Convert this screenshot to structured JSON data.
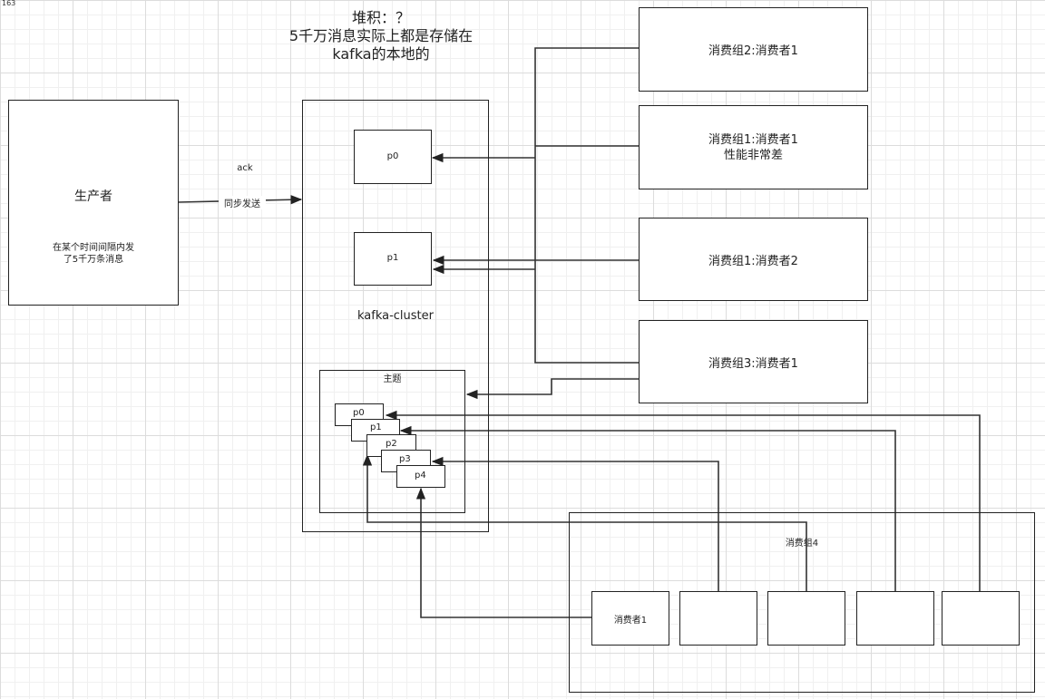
{
  "corner_label": "163",
  "note": {
    "line1": "堆积：？",
    "line2": "5千万消息实际上都是存储在",
    "line3": "kafka的本地的"
  },
  "producer": {
    "title": "生产者",
    "desc_line1": "在某个时间间隔内发",
    "desc_line2": "了5千万条消息"
  },
  "edge_labels": {
    "ack": "ack",
    "sync_send": "同步发送"
  },
  "cluster": {
    "label": "kafka-cluster",
    "p0": "p0",
    "p1": "p1"
  },
  "topic": {
    "label": "主题",
    "partitions": [
      "p0",
      "p1",
      "p2",
      "p3",
      "p4"
    ]
  },
  "consumers": {
    "g2c1": "消费组2:消费者1",
    "g1c1_line1": "消费组1:消费者1",
    "g1c1_line2": "性能非常差",
    "g1c2": "消费组1:消费者2",
    "g3c1": "消费组3:消费者1"
  },
  "group4": {
    "label": "消费组4",
    "consumer1": "消费者1"
  }
}
